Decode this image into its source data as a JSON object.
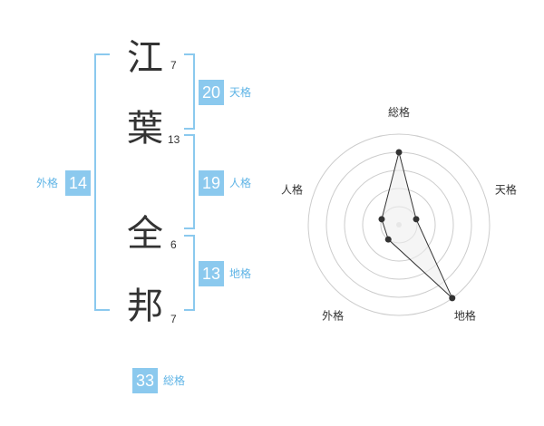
{
  "name_chars": [
    {
      "char": "江",
      "strokes": "7"
    },
    {
      "char": "葉",
      "strokes": "13"
    },
    {
      "char": "全",
      "strokes": "6"
    },
    {
      "char": "邦",
      "strokes": "7"
    }
  ],
  "scores": {
    "tenkaku": {
      "value": "20",
      "label": "天格"
    },
    "jinkaku": {
      "value": "19",
      "label": "人格"
    },
    "chikaku": {
      "value": "13",
      "label": "地格"
    },
    "gaikaku": {
      "value": "14",
      "label": "外格"
    },
    "soukaku": {
      "value": "33",
      "label": "総格"
    }
  },
  "colors": {
    "accent": "#8bc9ee",
    "accent_text": "#5fb4e6",
    "radar_fill": "#eeeeee",
    "radar_grid": "#cccccc"
  },
  "chart_data": {
    "type": "radar",
    "axes": [
      "総格",
      "天格",
      "地格",
      "外格",
      "人格"
    ],
    "values": [
      4,
      1,
      5,
      1,
      1
    ],
    "range": [
      0,
      5
    ],
    "rings": 5
  }
}
